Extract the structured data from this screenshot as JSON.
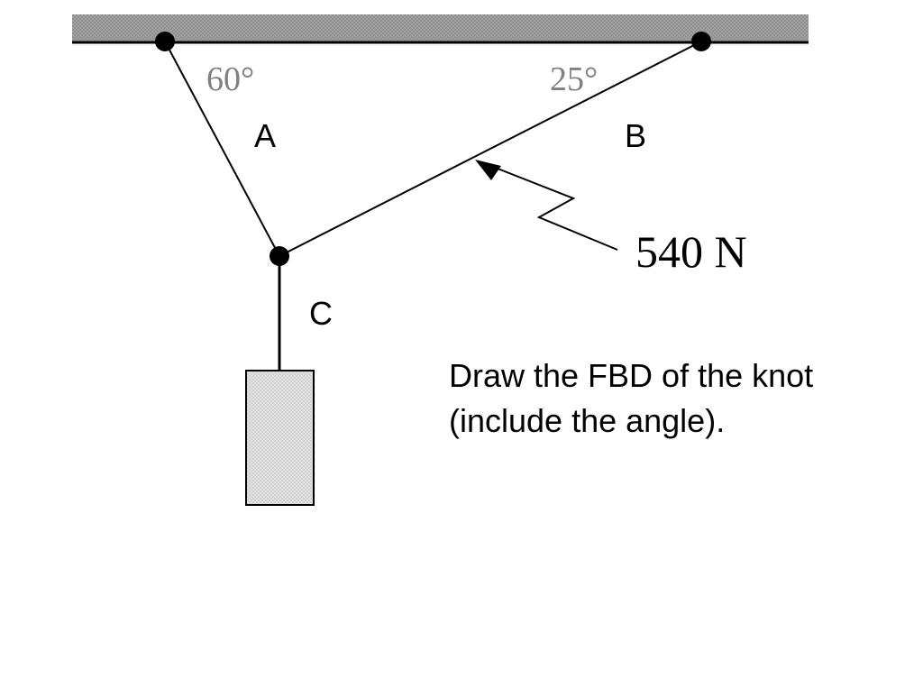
{
  "diagram": {
    "angle_a": "60°",
    "angle_b": "25°",
    "rope_a_label": "A",
    "rope_b_label": "B",
    "rope_c_label": "C",
    "force_label": "540 N"
  },
  "instruction": {
    "line1": "Draw the FBD of the knot",
    "line2": "(include the angle)."
  },
  "colors": {
    "ceiling": "#9a9a9a",
    "mass": "#d8d8d8",
    "angle_text": "#808080",
    "line": "#000000"
  }
}
